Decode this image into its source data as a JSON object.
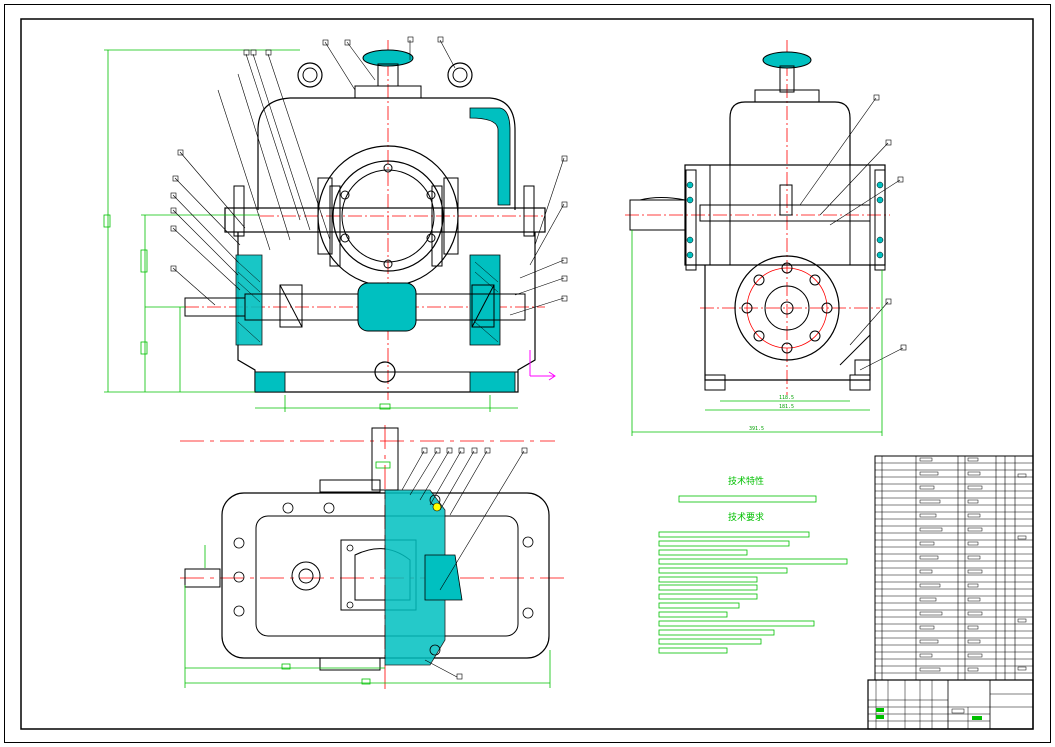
{
  "drawing": {
    "tech_characteristics_heading": "技术特性",
    "tech_requirements_heading": "技术要求",
    "dim_119": "118.5",
    "dim_181": "181.5",
    "dim_391": "391.5"
  },
  "colors": {
    "outline": "#000000",
    "centerline": "#ff0000",
    "dimension": "#00c000",
    "section_fill": "#00c0c0",
    "marker": "#ff00ff"
  }
}
